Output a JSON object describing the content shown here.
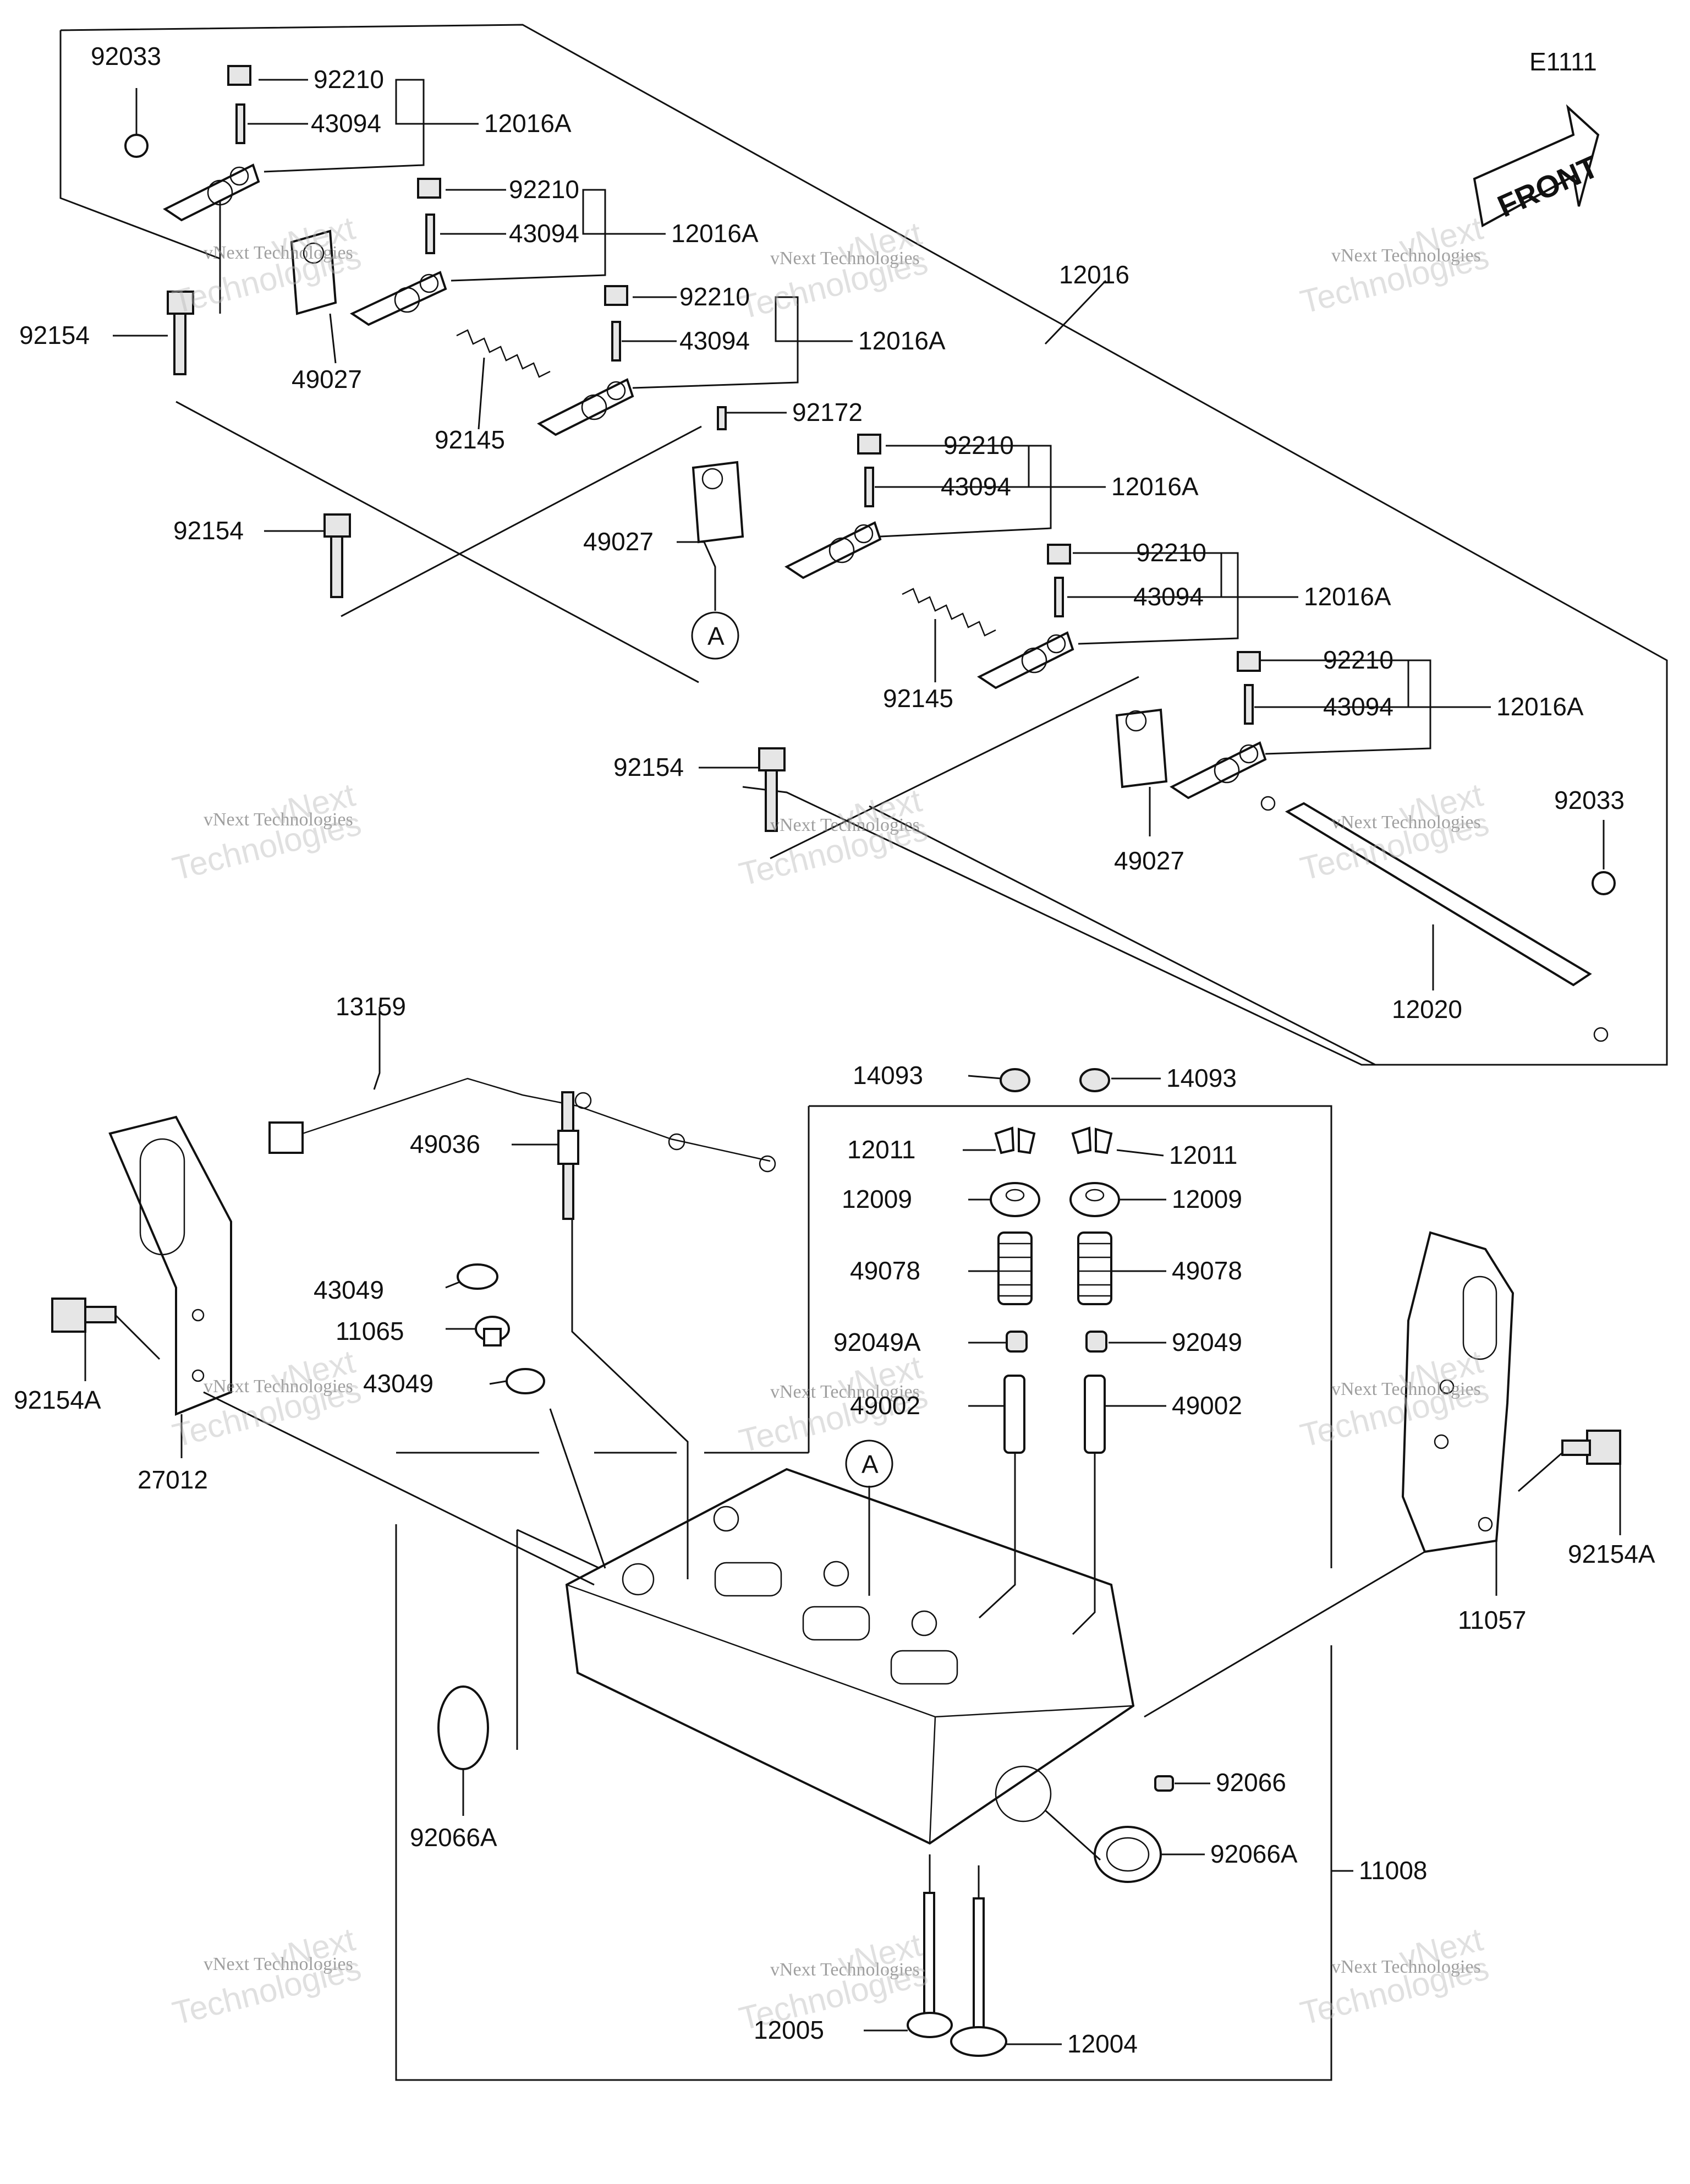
{
  "diagram_code": "E1111",
  "front_label": "FRONT",
  "callout_a": "A",
  "watermark_line1": "vNext Technologies",
  "watermark_line2": "vNext",
  "watermark_line3": "Technologies",
  "labels": [
    "92033",
    "92210",
    "43094",
    "12016A",
    "92210",
    "43094",
    "12016A",
    "92210",
    "43094",
    "12016A",
    "12016",
    "92154",
    "49027",
    "92145",
    "92172",
    "92154",
    "49027",
    "92210",
    "43094",
    "12016A",
    "92210",
    "43094",
    "12016A",
    "92145",
    "92210",
    "43094",
    "12016A",
    "92154",
    "49027",
    "92033",
    "12020",
    "13159",
    "14093",
    "14093",
    "12011",
    "12011",
    "12009",
    "12009",
    "49078",
    "49078",
    "49036",
    "43049",
    "11065",
    "43049",
    "92154A",
    "27012",
    "92049A",
    "92049",
    "49002",
    "49002",
    "92154A",
    "11057",
    "92066",
    "92066A",
    "92066A",
    "11008",
    "12005",
    "12004"
  ]
}
